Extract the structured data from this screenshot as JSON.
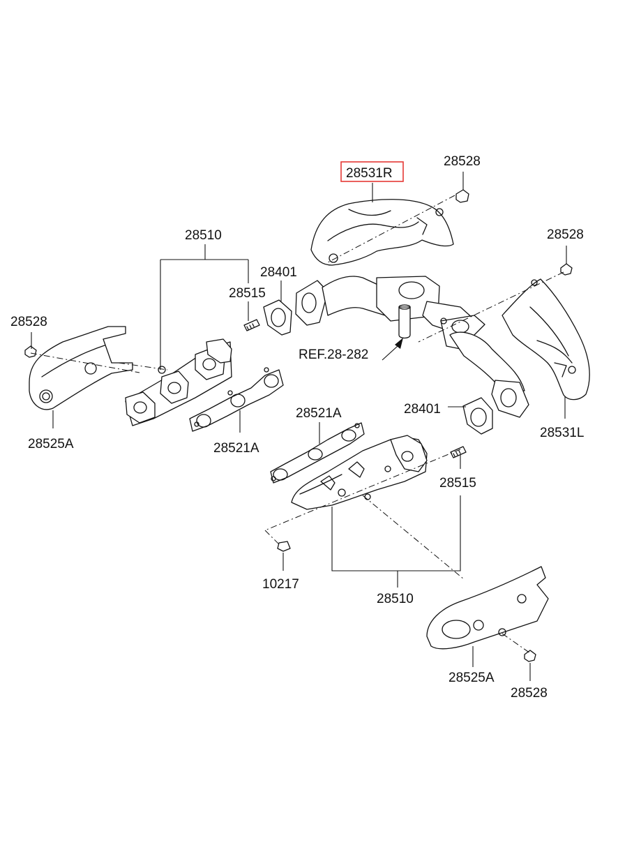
{
  "labels": {
    "l_28531R": "28531R",
    "l_28528_top": "28528",
    "l_28528_right": "28528",
    "l_28510_top": "28510",
    "l_28401_top": "28401",
    "l_28515_top": "28515",
    "l_28528_left": "28528",
    "l_ref": "REF.28-282",
    "l_28525A_left": "28525A",
    "l_28521A_top": "28521A",
    "l_28401_right": "28401",
    "l_28521A_mid": "28521A",
    "l_28531L": "28531L",
    "l_28515_right": "28515",
    "l_10217": "10217",
    "l_28510_bottom": "28510",
    "l_28525A_right": "28525A",
    "l_28528_bottom": "28528"
  },
  "highlight": {
    "label_key": "l_28531R",
    "color": "#e53935"
  }
}
